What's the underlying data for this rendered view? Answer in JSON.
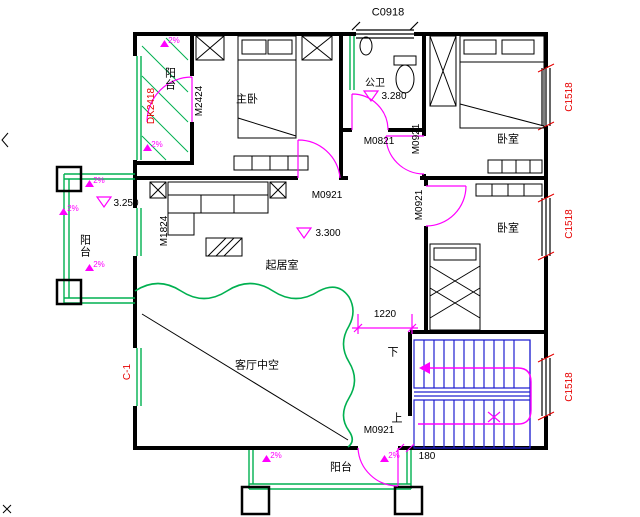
{
  "colors": {
    "wall": "#000000",
    "green": "#00b050",
    "magenta": "#ff00ff",
    "red": "#e60000",
    "blue": "#2020d0"
  },
  "plan": {
    "windows": {
      "top": "C0918",
      "right_top": "C1518",
      "right_mid": "C1518",
      "right_bottom": "C1518",
      "left_top": "DK2418",
      "left_void": "C-1"
    },
    "doors": {
      "master_balcony": "M2424",
      "living_balcony": "M1824",
      "bathroom": "M0821",
      "master": "M0921",
      "bedroom_top_right": "M0921",
      "bedroom_mid_right": "M0921",
      "bottom_balcony": "M0921"
    },
    "rooms": {
      "master": "主卧",
      "bathroom": "公卫",
      "bedroom_top_right": "卧室",
      "bedroom_mid_right": "卧室",
      "living": "起居室",
      "living_void": "客厅中空"
    },
    "balconies": {
      "top_left": "阳台",
      "left": "阳台",
      "bottom": "阳台"
    },
    "elevations": {
      "left_balcony": "3.250",
      "bathroom": "3.280",
      "living": "3.300"
    },
    "dimensions": {
      "stair_passage": "1220",
      "balcony_door_offset": "180"
    },
    "stairs": {
      "down": "下",
      "up": "上"
    },
    "slope_mark": "2%"
  }
}
